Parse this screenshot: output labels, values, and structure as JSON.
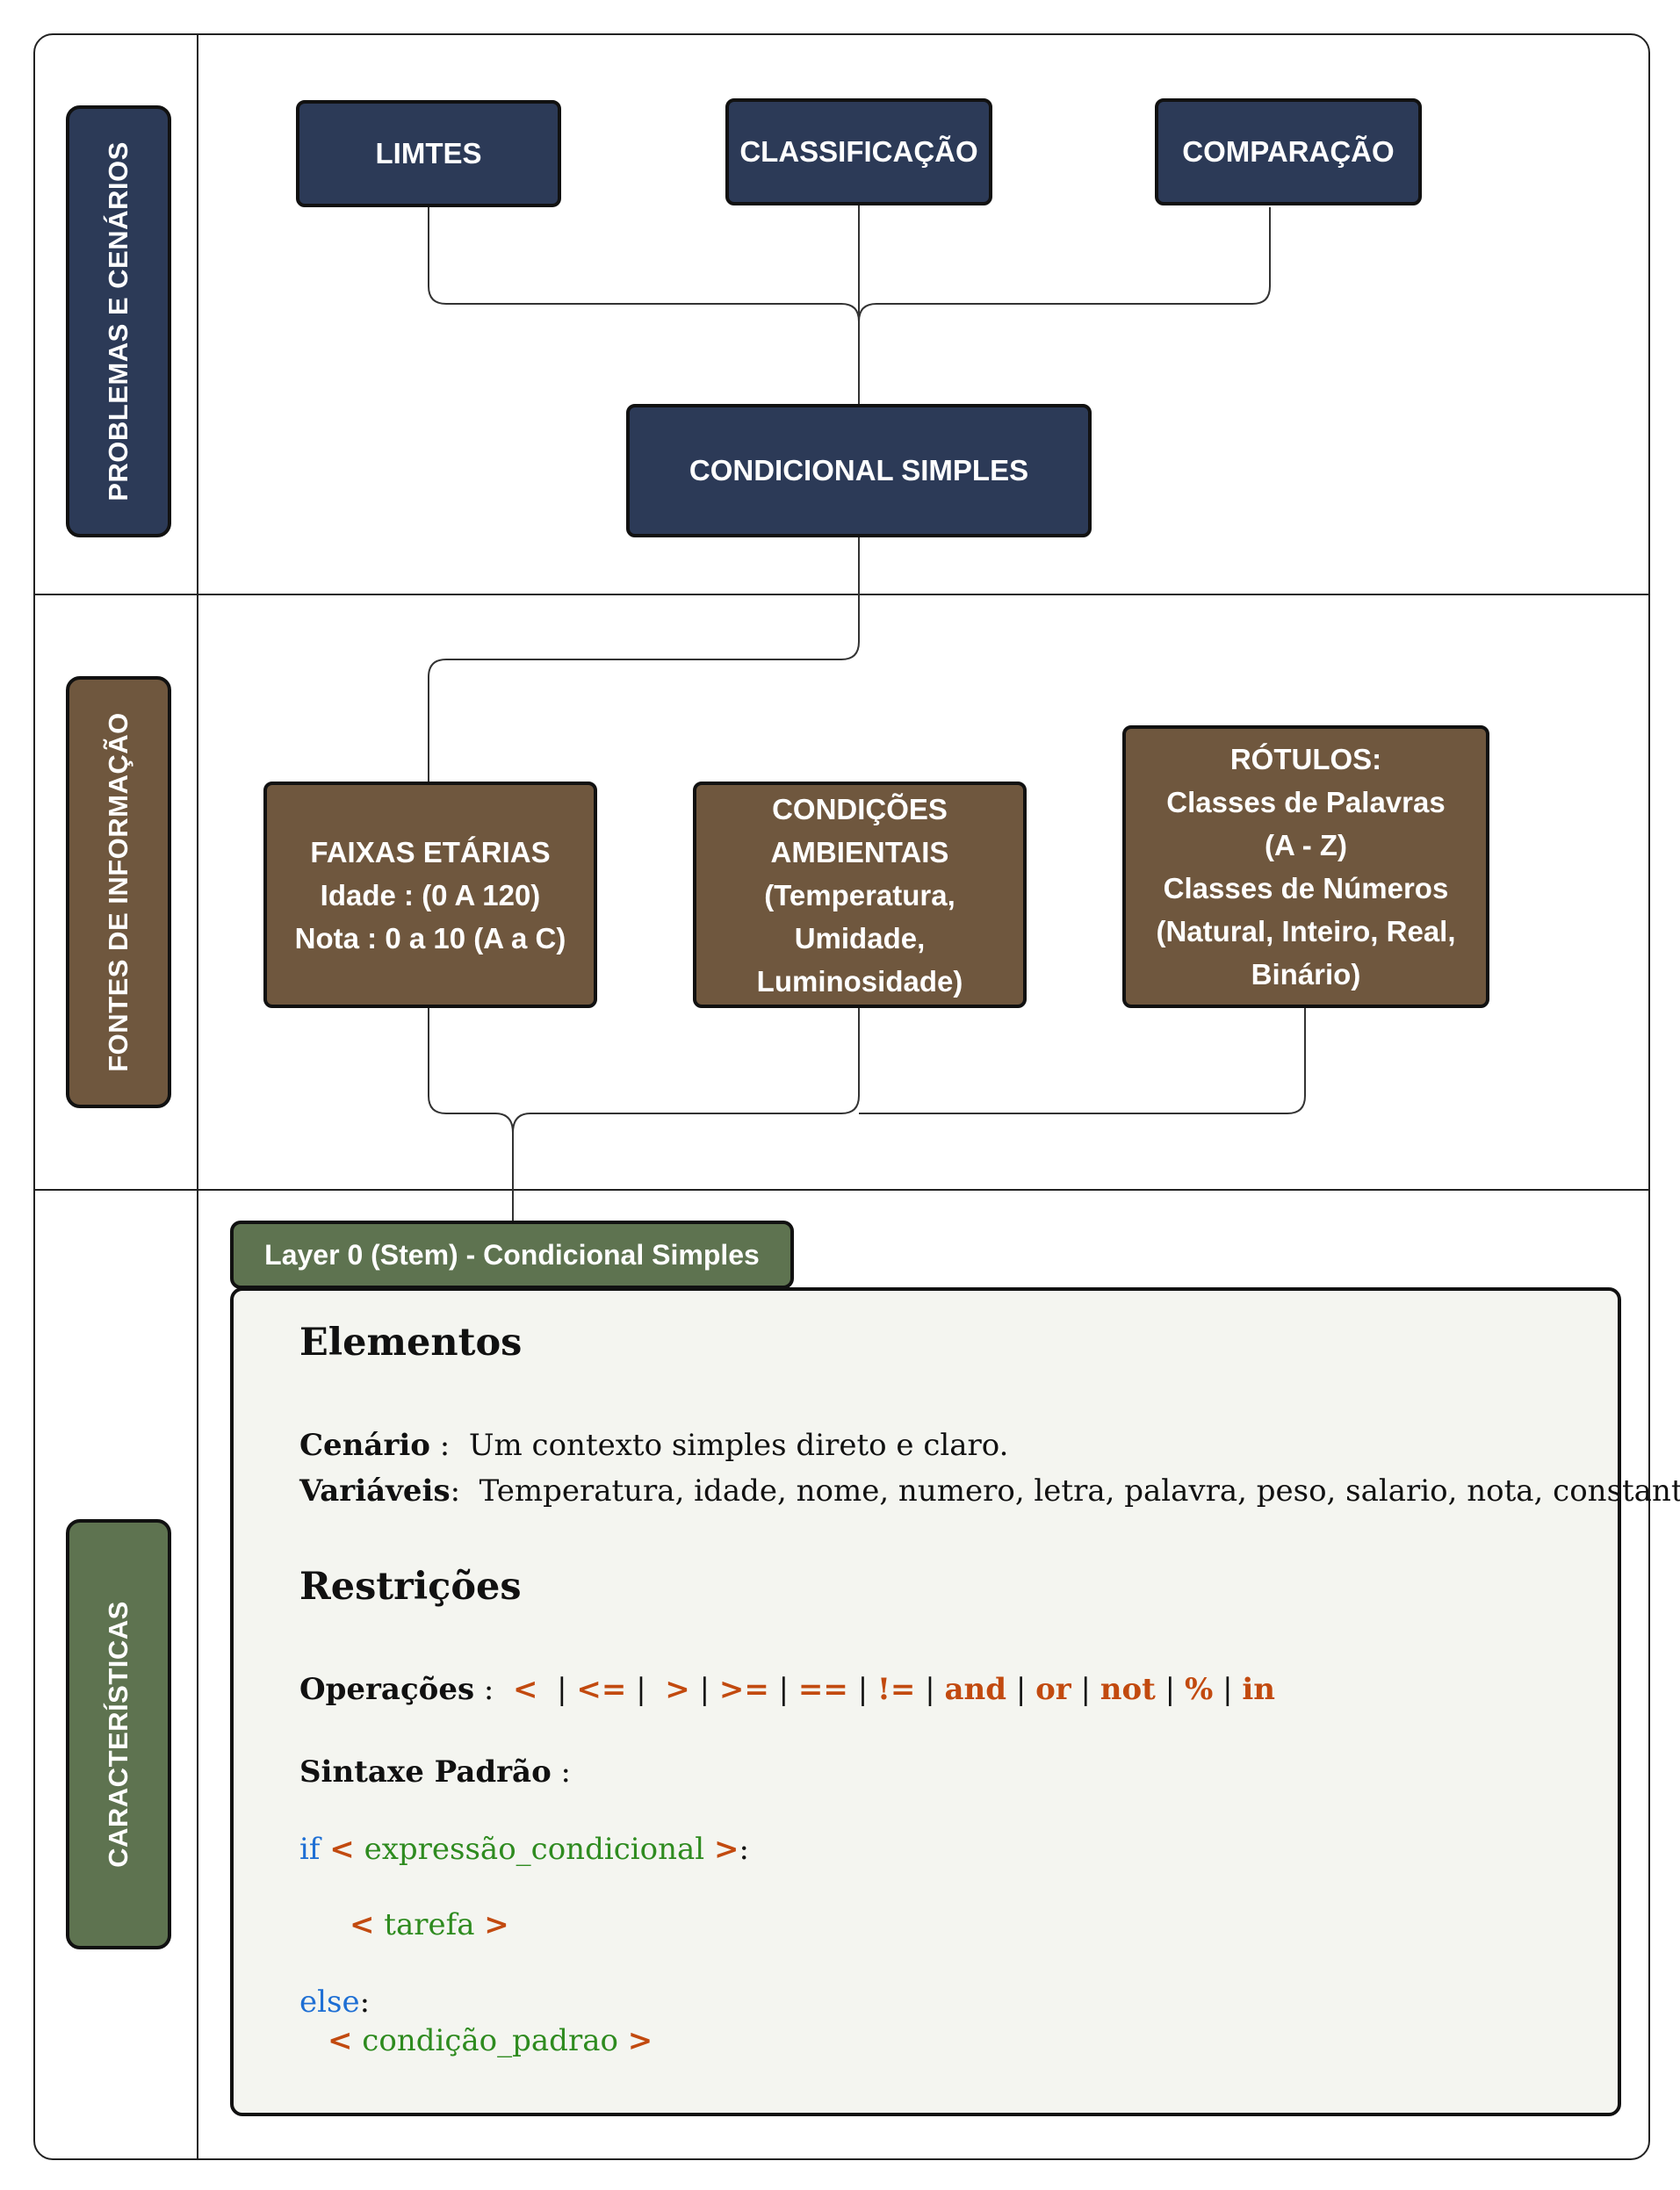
{
  "lanes": {
    "problemas": "PROBLEMAS E  CENÁRIOS",
    "fontes": "FONTES DE INFORMAÇÃO",
    "caracteristicas": "CARACTERÍSTICAS"
  },
  "top_boxes": {
    "limites": "LIMTES",
    "classificacao": "CLASSIFICAÇÃO",
    "comparacao": "COMPARAÇÃO",
    "condicional": "CONDICIONAL SIMPLES"
  },
  "sources": {
    "faixas": [
      "FAIXAS ETÁRIAS",
      "Idade : (0 A 120)",
      "Nota : 0 a 10 (A a C)"
    ],
    "condicoes": [
      "CONDIÇÕES",
      "AMBIENTAIS",
      "(Temperatura,",
      "Umidade,",
      "Luminosidade)"
    ],
    "rotulos": [
      "RÓTULOS:",
      "Classes de Palavras",
      "(A - Z)",
      "Classes de Números",
      "(Natural, Inteiro, Real,",
      "Binário)"
    ]
  },
  "stem": {
    "title": "Layer 0 (Stem) - Condicional Simples",
    "elementos_heading": "Elementos",
    "cenario_label": "Cenário",
    "cenario_sep": " :  ",
    "cenario_value": "Um contexto simples direto e claro.",
    "variaveis_label": "Variáveis",
    "variaveis_sep": ":  ",
    "variaveis_value": "Temperatura, idade, nome, numero, letra, palavra, peso, salario, nota, constantes",
    "restricoes_heading": "Restrições",
    "operacoes_label": "Operações",
    "operacoes_sep": " :  ",
    "operators": [
      "<",
      "<=",
      ">",
      ">=",
      "==",
      "!=",
      "and",
      "or",
      "not",
      "%",
      "in"
    ],
    "sintaxe_label": "Sintaxe Padrão",
    "sintaxe_sep": " :",
    "code": {
      "if_kw": "if",
      "lt": "<",
      "gt": ">",
      "condition": " expressão_condicional ",
      "colon": ":",
      "task": " tarefa ",
      "else_kw": "else",
      "default": " condição_padrao "
    }
  }
}
